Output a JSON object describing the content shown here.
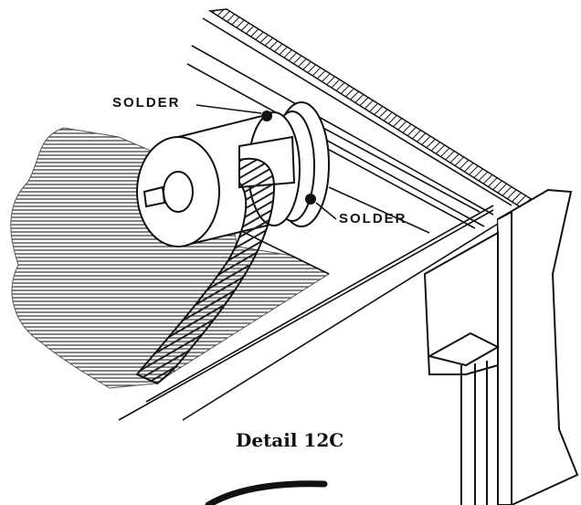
{
  "labels": {
    "solder_top": "SOLDER",
    "solder_right": "SOLDER"
  },
  "caption": "Detail 12C",
  "colors": {
    "ink": "#111111",
    "paper": "#ffffff",
    "shading": "#6d6d6d"
  }
}
